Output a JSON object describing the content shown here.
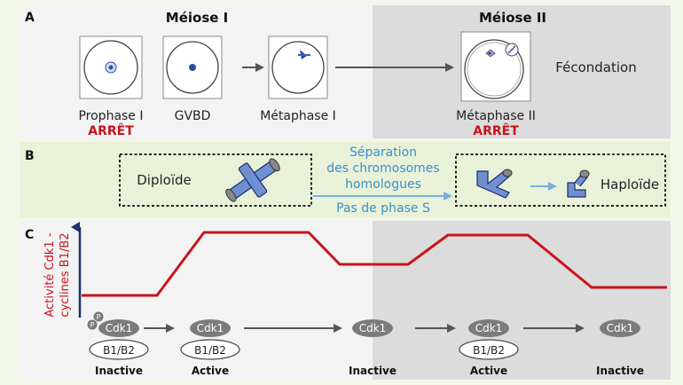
{
  "colors": {
    "outer_bg": "#f3f7ea",
    "panel_left": "#f3f3f3",
    "panel_right": "#dcdcdc",
    "panel_b": "#e9f2d9",
    "red": "#c8141c",
    "blue_text": "#3b8fc8",
    "dark_blue": "#1b2f6b",
    "chrom_blue": "#6f8fd0",
    "gray_oval": "#7b7b7b"
  },
  "panel_a": {
    "letter": "A",
    "meiose1": "Méiose I",
    "meiose2": "Méiose II",
    "stages": [
      {
        "label": "Prophase I",
        "sub": "ARRÊT"
      },
      {
        "label": "GVBD",
        "sub": ""
      },
      {
        "label": "Métaphase I",
        "sub": ""
      },
      {
        "label": "Métaphase II",
        "sub": "ARRÊT"
      }
    ],
    "fecondation": "Fécondation"
  },
  "panel_b": {
    "letter": "B",
    "diploide": "Diploïde",
    "haploide": "Haploïde",
    "separation": [
      "Séparation",
      "des chromosomes",
      "homologues"
    ],
    "pas_phase_s": "Pas de phase S"
  },
  "panel_c": {
    "letter": "C",
    "ylabel_line1": "Activité Cdk1 -",
    "ylabel_line2": "cyclines B1/B2",
    "cdk1": "Cdk1",
    "cyclin": "B1/B2",
    "phospho": "P",
    "states": [
      "Inactive",
      "Active",
      "Inactive",
      "Active",
      "Inactive"
    ]
  }
}
